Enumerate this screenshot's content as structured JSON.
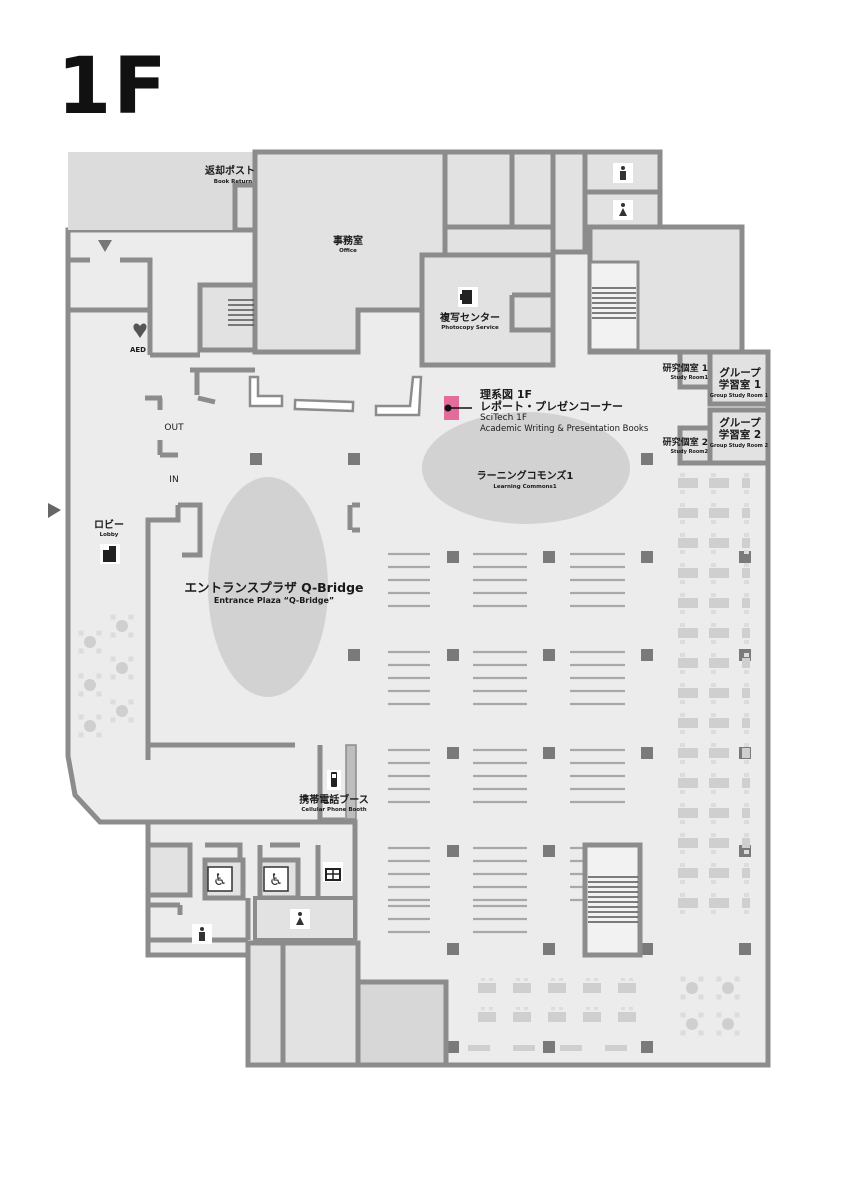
{
  "floor": "1F",
  "colors": {
    "floor": "#ececec",
    "room": "#e2e2e2",
    "wall": "#8c8c8c",
    "oval": "#d2d2d2",
    "highlight": "#e36c9a",
    "pillar": "#7a7a7a"
  },
  "labels": {
    "book_return_jp": "返却ポスト",
    "book_return_en": "Book Return",
    "office_jp": "事務室",
    "office_en": "Office",
    "photocopy_jp": "複写センター",
    "photocopy_en": "Photocopy Service",
    "aed": "AED",
    "out": "OUT",
    "in": "IN",
    "lobby_jp": "ロビー",
    "lobby_en": "Lobby",
    "entrance_jp": "エントランスプラザ Q-Bridge",
    "entrance_en": "Entrance Plaza “Q-Bridge”",
    "phone_jp": "携帯電話ブース",
    "phone_en": "Cellular Phone Booth",
    "commons_jp": "ラーニングコモンズ1",
    "commons_en": "Learning Commons1",
    "corner_line1": "理系図 1F",
    "corner_line2": "レポート・プレゼンコーナー",
    "corner_line3": "SciTech 1F",
    "corner_line4": "Academic Writing & Presentation Books",
    "study1_jp": "研究個室 1",
    "study1_en": "Study Room1",
    "study2_jp": "研究個室 2",
    "study2_en": "Study Room2",
    "group1_jp1": "グループ",
    "group1_jp2": "学習室 1",
    "group1_en": "Group Study Room 1",
    "group2_jp1": "グループ",
    "group2_jp2": "学習室 2",
    "group2_en": "Group Study Room 2"
  },
  "icons": [
    "person-icon",
    "wheelchair-icon",
    "copier-icon",
    "aed-icon",
    "phone-icon",
    "drink-icon",
    "arrow-icon",
    "table-icon"
  ]
}
